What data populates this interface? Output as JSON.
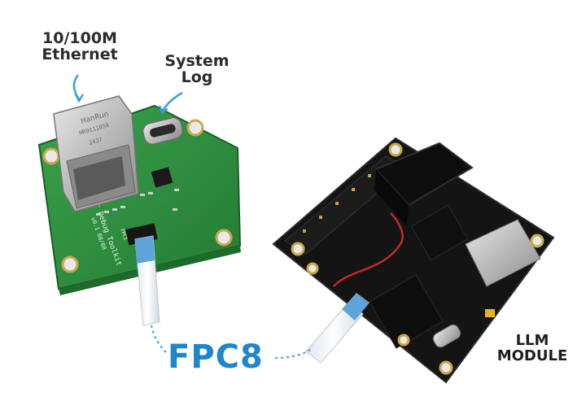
{
  "labels": {
    "ethernet": {
      "line1": "10/100M",
      "line2": "Ethernet"
    },
    "system_log": {
      "line1": "System",
      "line2": "Log"
    },
    "fpc": "FPC8",
    "llm_module": {
      "line1": "LLM",
      "line2": "MODULE"
    }
  },
  "board_silkscreen": {
    "title": "M5 LLM Layer Debug Toolkit",
    "version": "v0.1 08/08",
    "connector": "FPC1"
  },
  "jack_marking": {
    "brand": "HanRun",
    "part": "HR911105A",
    "code": "2437"
  },
  "colors": {
    "accent": "#1f86c9",
    "debug_board_green": "#2e8b3e",
    "llm_board_black": "#141414",
    "fpc_cable": "#5fa4d8"
  }
}
